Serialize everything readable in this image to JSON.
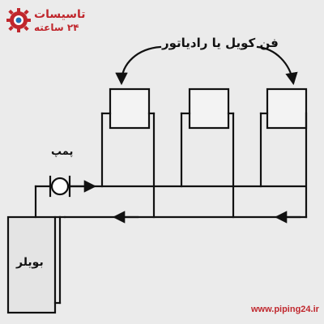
{
  "labels": {
    "fan_coil": "فن کویل یا رادیاتور",
    "pump": "پمپ",
    "boiler": "بویلر"
  },
  "logo": {
    "line1": "تاسیسات",
    "line2": "۲۴ ساعته",
    "icon": "gear-icon"
  },
  "website": "www.piping24.ir",
  "colors": {
    "background": "#ebebeb",
    "ink": "#111111",
    "brand": "#c0272d"
  }
}
